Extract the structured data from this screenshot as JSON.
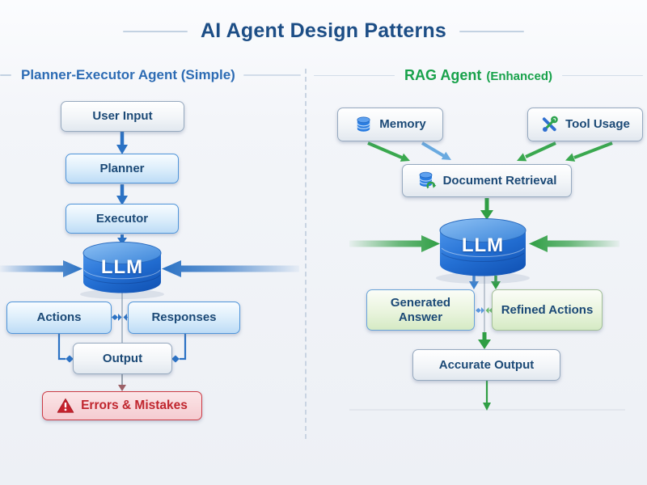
{
  "title": "AI Agent Design Patterns",
  "left": {
    "header": "Planner-Executor Agent (Simple)",
    "user_input": "User Input",
    "planner": "Planner",
    "executor": "Executor",
    "llm": "LLM",
    "actions": "Actions",
    "responses": "Responses",
    "output": "Output",
    "errors": "Errors & Mistakes"
  },
  "right": {
    "header": "RAG Agent",
    "header_qualifier": "(Enhanced)",
    "memory": "Memory",
    "tool_usage": "Tool Usage",
    "document_retrieval": "Document Retrieval",
    "llm": "LLM",
    "generated_answer": "Generated Answer",
    "refined_actions": "Refined Actions",
    "accurate_output": "Accurate Output"
  },
  "icons": {
    "memory": "database-icon",
    "tool_usage": "tools-icon",
    "document_retrieval": "database-refresh-icon",
    "errors": "warning-triangle-icon"
  },
  "colors": {
    "title_blue": "#1d4e86",
    "header_blue": "#2d6cb4",
    "header_green": "#18a24b",
    "node_text": "#1b4976",
    "blue_arrow": "#2b72c4",
    "green_arrow": "#2f9e44",
    "error_red": "#c0262e",
    "llm_cylinder": "#1f6fd6"
  }
}
